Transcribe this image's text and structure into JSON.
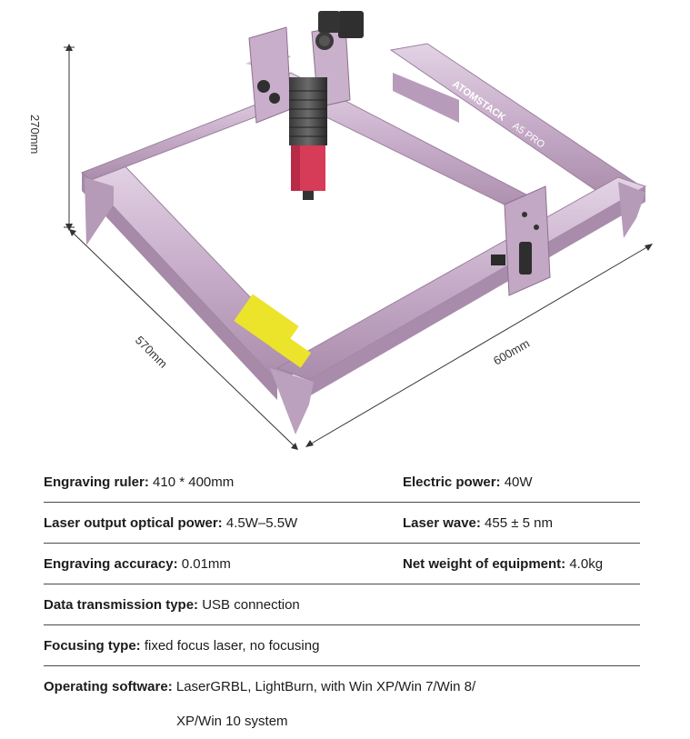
{
  "figure": {
    "height_label": "270mm",
    "depth_label": "570mm",
    "width_label": "600mm",
    "brand": "ATOMSTACK",
    "model": "A5 PRO",
    "frame_color": "#c9b3cc",
    "laser_color": "#d63b57"
  },
  "specs": [
    {
      "k": "Engraving ruler:",
      "v": " 410 * 400mm",
      "k2": "Electric power:",
      "v2": " 40W"
    },
    {
      "k": "Laser output optical power:",
      "v": " 4.5W–5.5W",
      "k2": "Laser wave:",
      "v2": " 455 ± 5 nm"
    },
    {
      "k": "Engraving accuracy:",
      "v": " 0.01mm",
      "k2": "Net weight of equipment:",
      "v2": " 4.0kg"
    },
    {
      "k": "Data transmission type:",
      "v": " USB connection"
    },
    {
      "k": "Focusing type:",
      "v": " fixed focus laser, no focusing"
    },
    {
      "k": "Operating software:",
      "v": " LaserGRBL, LightBurn, with Win XP/Win 7/Win 8/",
      "v_line2": "XP/Win 10 system"
    }
  ]
}
